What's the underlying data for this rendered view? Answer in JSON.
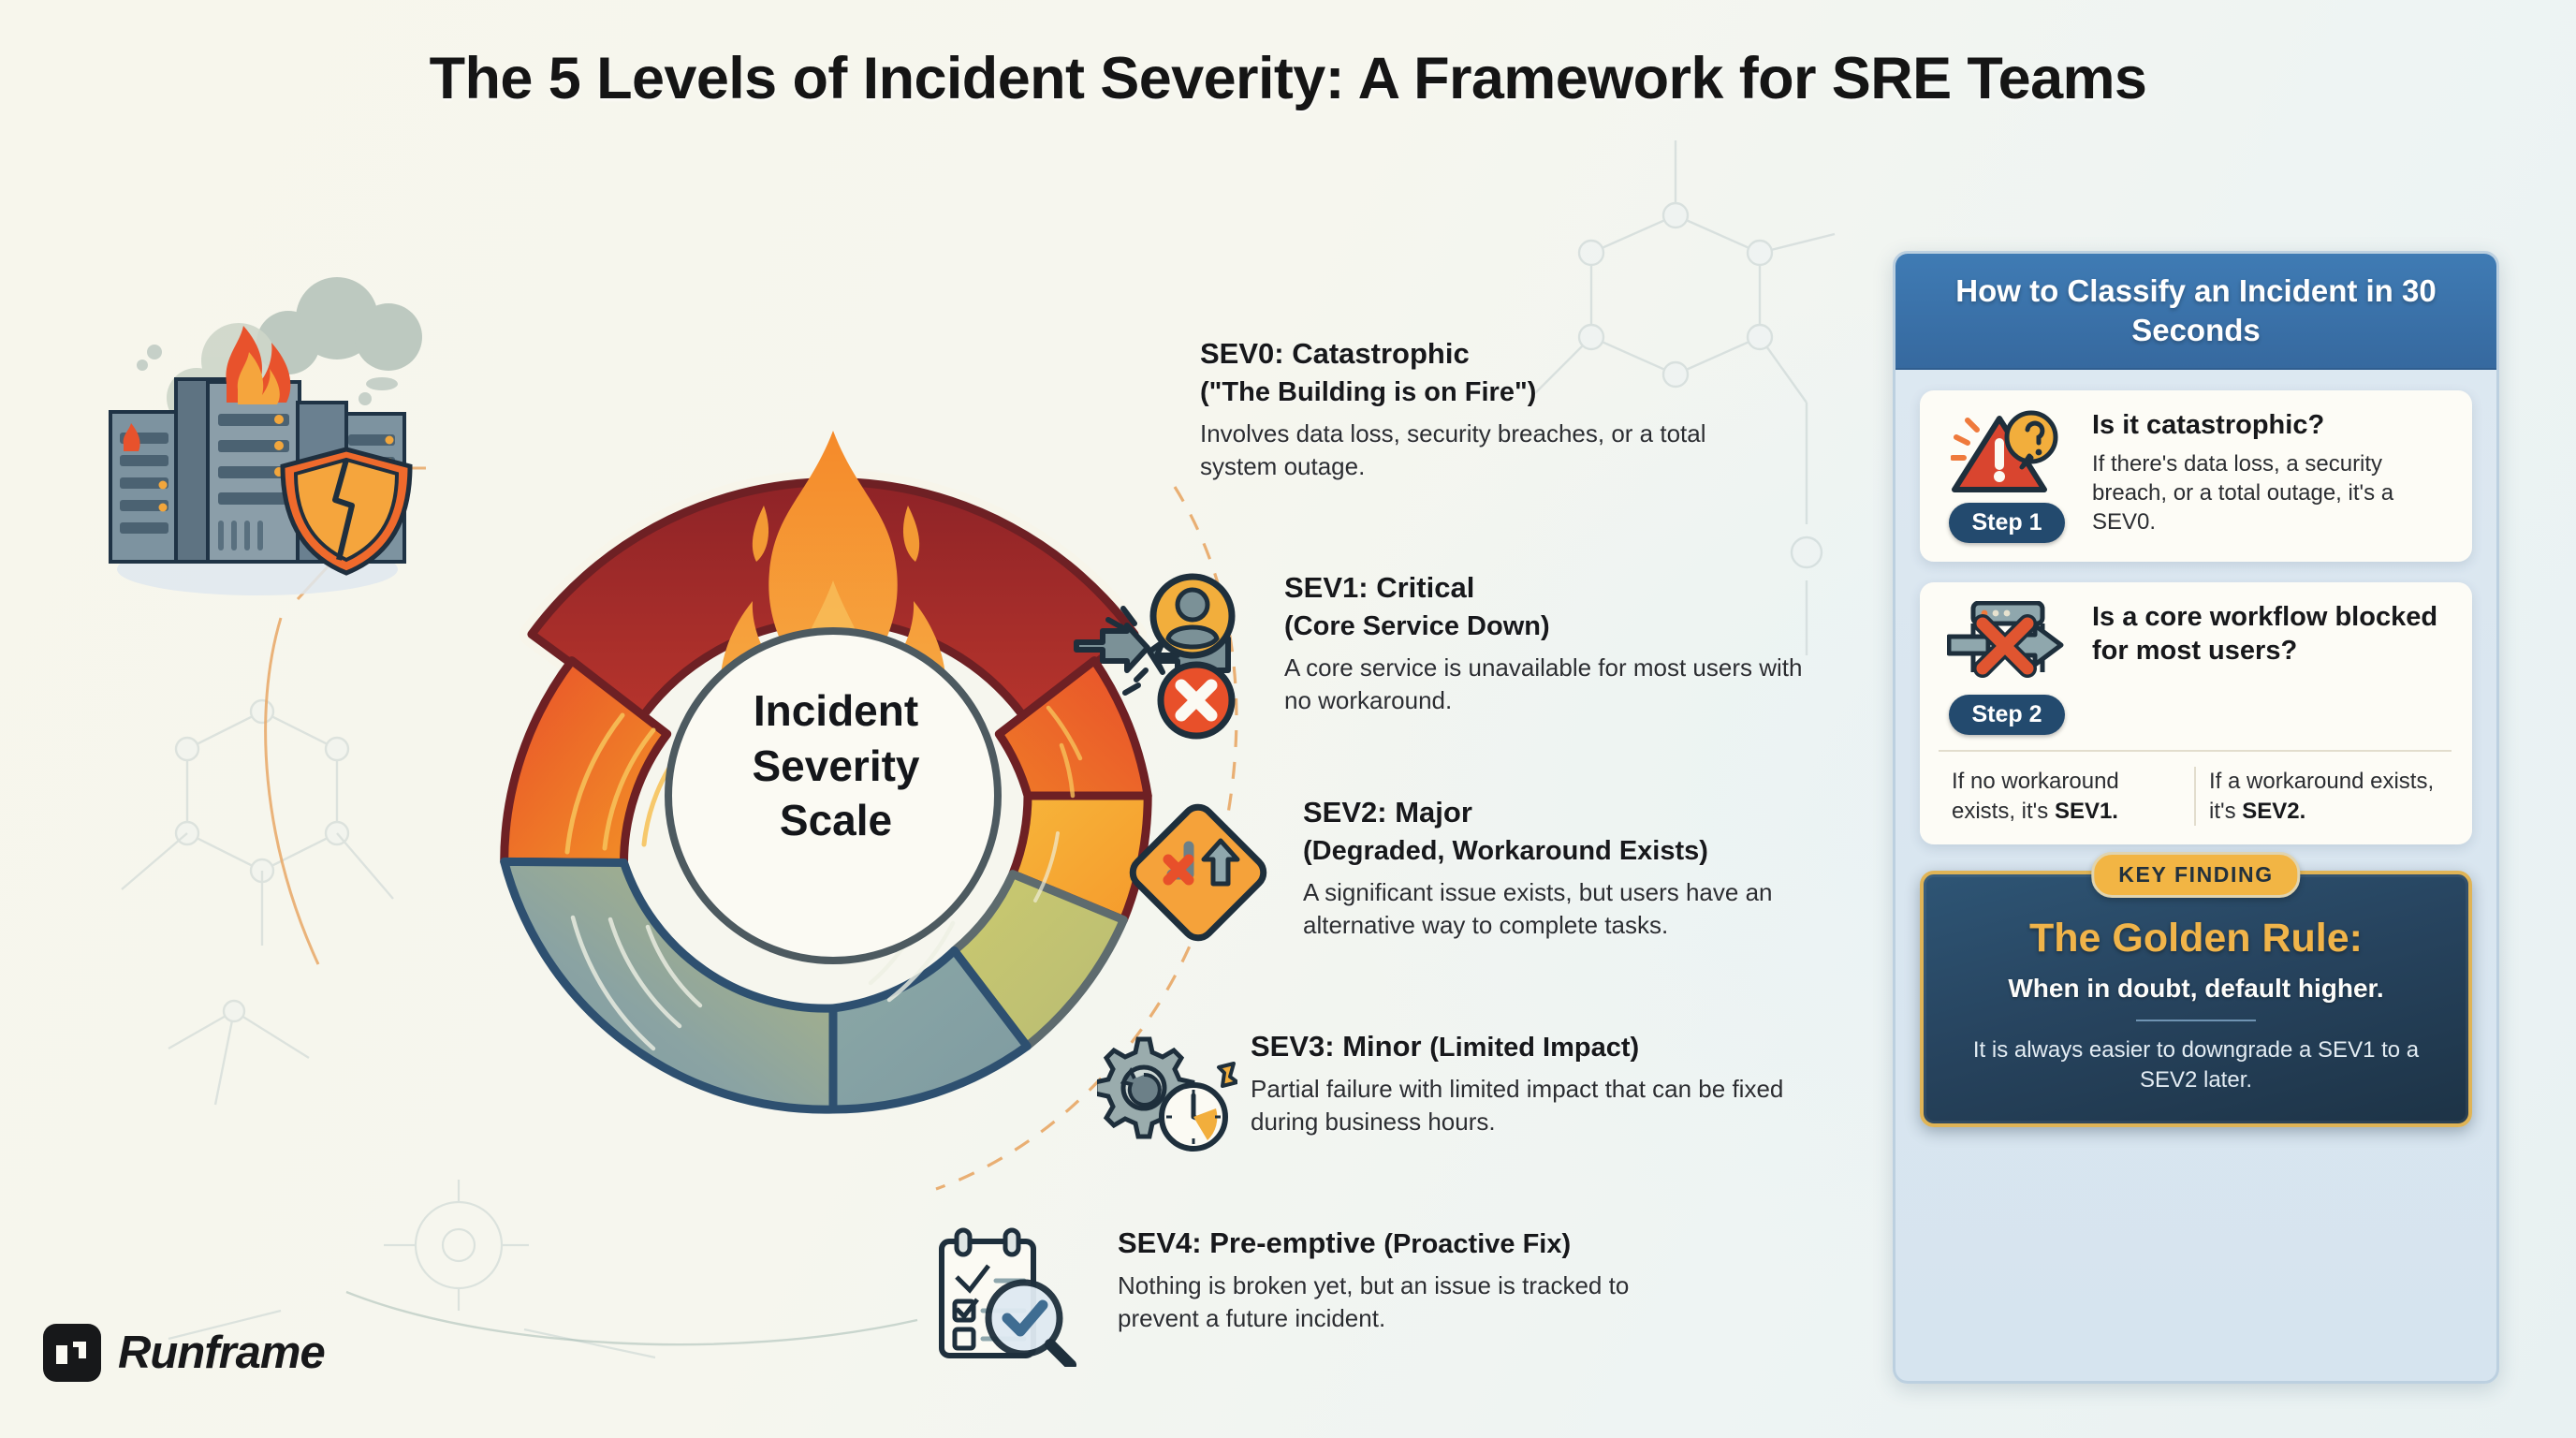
{
  "title": "The 5 Levels of Incident Severity: A Framework for SRE Teams",
  "wheel": {
    "center_line1": "Incident",
    "center_line2": "Severity",
    "center_line3": "Scale",
    "fire_icon": "flame-icon"
  },
  "severities": [
    {
      "id": "sev0",
      "head": "SEV0: Catastrophic",
      "sub": "(\"The Building is on Fire\")",
      "body": "Involves data loss, security breaches, or a total system outage.",
      "color": "#8C2328",
      "icon": "burning-servers-icon"
    },
    {
      "id": "sev1",
      "head": "SEV1: Critical",
      "sub": "(Core Service Down)",
      "body": "A core service is unavailable for most users with no workaround.",
      "color": "#E8502A",
      "icon": "broken-connection-user-icon"
    },
    {
      "id": "sev2",
      "head": "SEV2: Major",
      "sub": "(Degraded, Workaround Exists)",
      "body": "A significant issue exists, but users have an alternative way to complete tasks.",
      "color": "#F5AE33",
      "icon": "detour-sign-icon"
    },
    {
      "id": "sev3",
      "head": "SEV3: Minor",
      "sub": "(Limited Impact)",
      "body": "Partial failure with limited impact that can be fixed during business hours.",
      "color": "#C0BD6E",
      "icon": "gear-clock-icon"
    },
    {
      "id": "sev4",
      "head": "SEV4: Pre-emptive",
      "sub": "(Proactive Fix)",
      "body": "Nothing is broken yet, but an issue is tracked to prevent a future incident.",
      "color": "#7FA0A5",
      "icon": "checklist-magnifier-icon"
    }
  ],
  "panel": {
    "header": "How to Classify an Incident in 30 Seconds",
    "step1": {
      "badge": "Step 1",
      "icon": "warning-question-icon",
      "question": "Is it catastrophic?",
      "detail": "If there's data loss, a security breach, or a total outage, it's a SEV0."
    },
    "step2": {
      "badge": "Step 2",
      "icon": "blocked-workflow-icon",
      "question": "Is a core workflow blocked for most users?",
      "branch_left": "If no workaround exists, it's ",
      "branch_left_bold": "SEV1.",
      "branch_right": "If a workaround exists, it's ",
      "branch_right_bold": "SEV2."
    },
    "key_finding": {
      "tag": "KEY FINDING",
      "title": "The Golden Rule:",
      "subtitle": "When in doubt, default higher.",
      "note": "It is always easier to downgrade a SEV1 to a SEV2 later."
    }
  },
  "footer": {
    "logo_mark": "runframe-logo-mark",
    "logo_text": "Runframe"
  },
  "colors": {
    "panel_header": "#3f7bb4",
    "badge": "#234a6e",
    "gold": "#f2b544",
    "key_box": "#27445f",
    "fire_orange": "#F2913A"
  }
}
